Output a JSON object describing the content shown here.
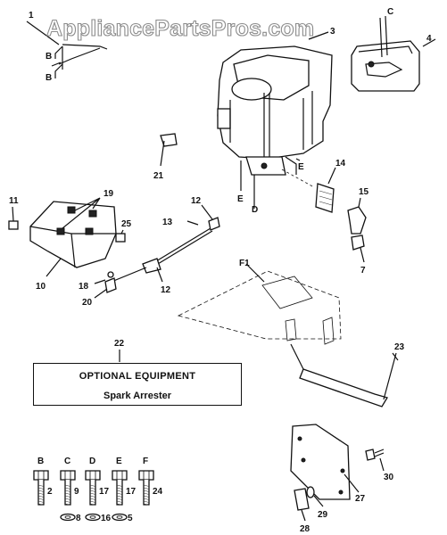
{
  "watermark": "AppliancePartsPros.com",
  "optional_box": {
    "title": "OPTIONAL EQUIPMENT",
    "subtitle": "Spark Arrester"
  },
  "callouts": {
    "c1": "1",
    "c3": "3",
    "c4": "4",
    "c7": "7",
    "c10": "10",
    "c11": "11",
    "c12a": "12",
    "c12b": "12",
    "c13": "13",
    "c14": "14",
    "c15": "15",
    "c18": "18",
    "c19": "19",
    "c20": "20",
    "c21": "21",
    "c22": "22",
    "c23": "23",
    "c25": "25",
    "c27": "27",
    "c28": "28",
    "c29": "29",
    "c30": "30"
  },
  "letters": {
    "b1": "B",
    "b2": "B",
    "c": "C",
    "e1": "E",
    "e2": "E",
    "d": "D",
    "f1": "F1"
  },
  "bolts": [
    {
      "head": "B",
      "num": "2",
      "washer": ""
    },
    {
      "head": "C",
      "num": "9",
      "washer": "8"
    },
    {
      "head": "D",
      "num": "17",
      "washer": "16"
    },
    {
      "head": "E",
      "num": "17",
      "washer": "5"
    },
    {
      "head": "F",
      "num": "24",
      "washer": ""
    }
  ]
}
